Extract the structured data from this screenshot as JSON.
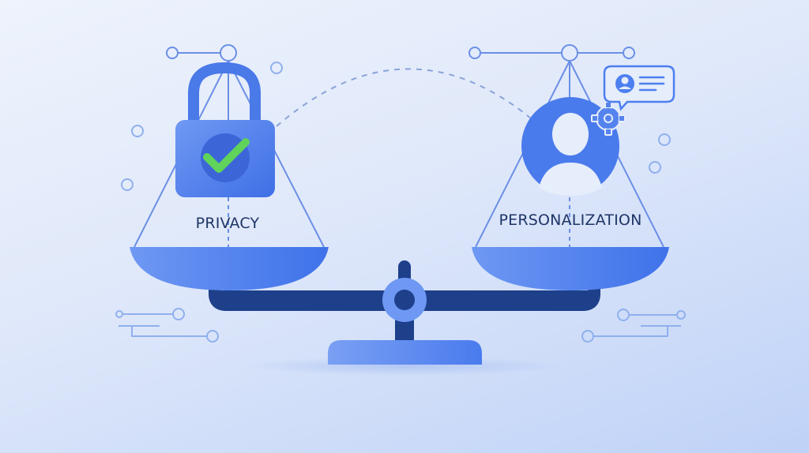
{
  "illustration": {
    "left_pan": {
      "label": "PRIVACY",
      "icon": "padlock-check-icon"
    },
    "right_pan": {
      "label": "PERSONALIZATION",
      "icon": "user-profile-icon",
      "badge_icons": [
        "gear-icon",
        "profile-card-speech-bubble-icon"
      ]
    },
    "center": {
      "icon": "balance-scale-fulcrum"
    }
  },
  "colors": {
    "background_start": "#eef3fc",
    "background_end": "#bfd2f7",
    "primary_blue": "#4d7ff0",
    "light_blue": "#6e98f3",
    "dark_navy": "#1e3f8a",
    "line_blue": "#6b8fe6",
    "text_navy": "#1f3566",
    "check_green": "#5fd35a",
    "dashed_arc": "#8aa3d8"
  }
}
